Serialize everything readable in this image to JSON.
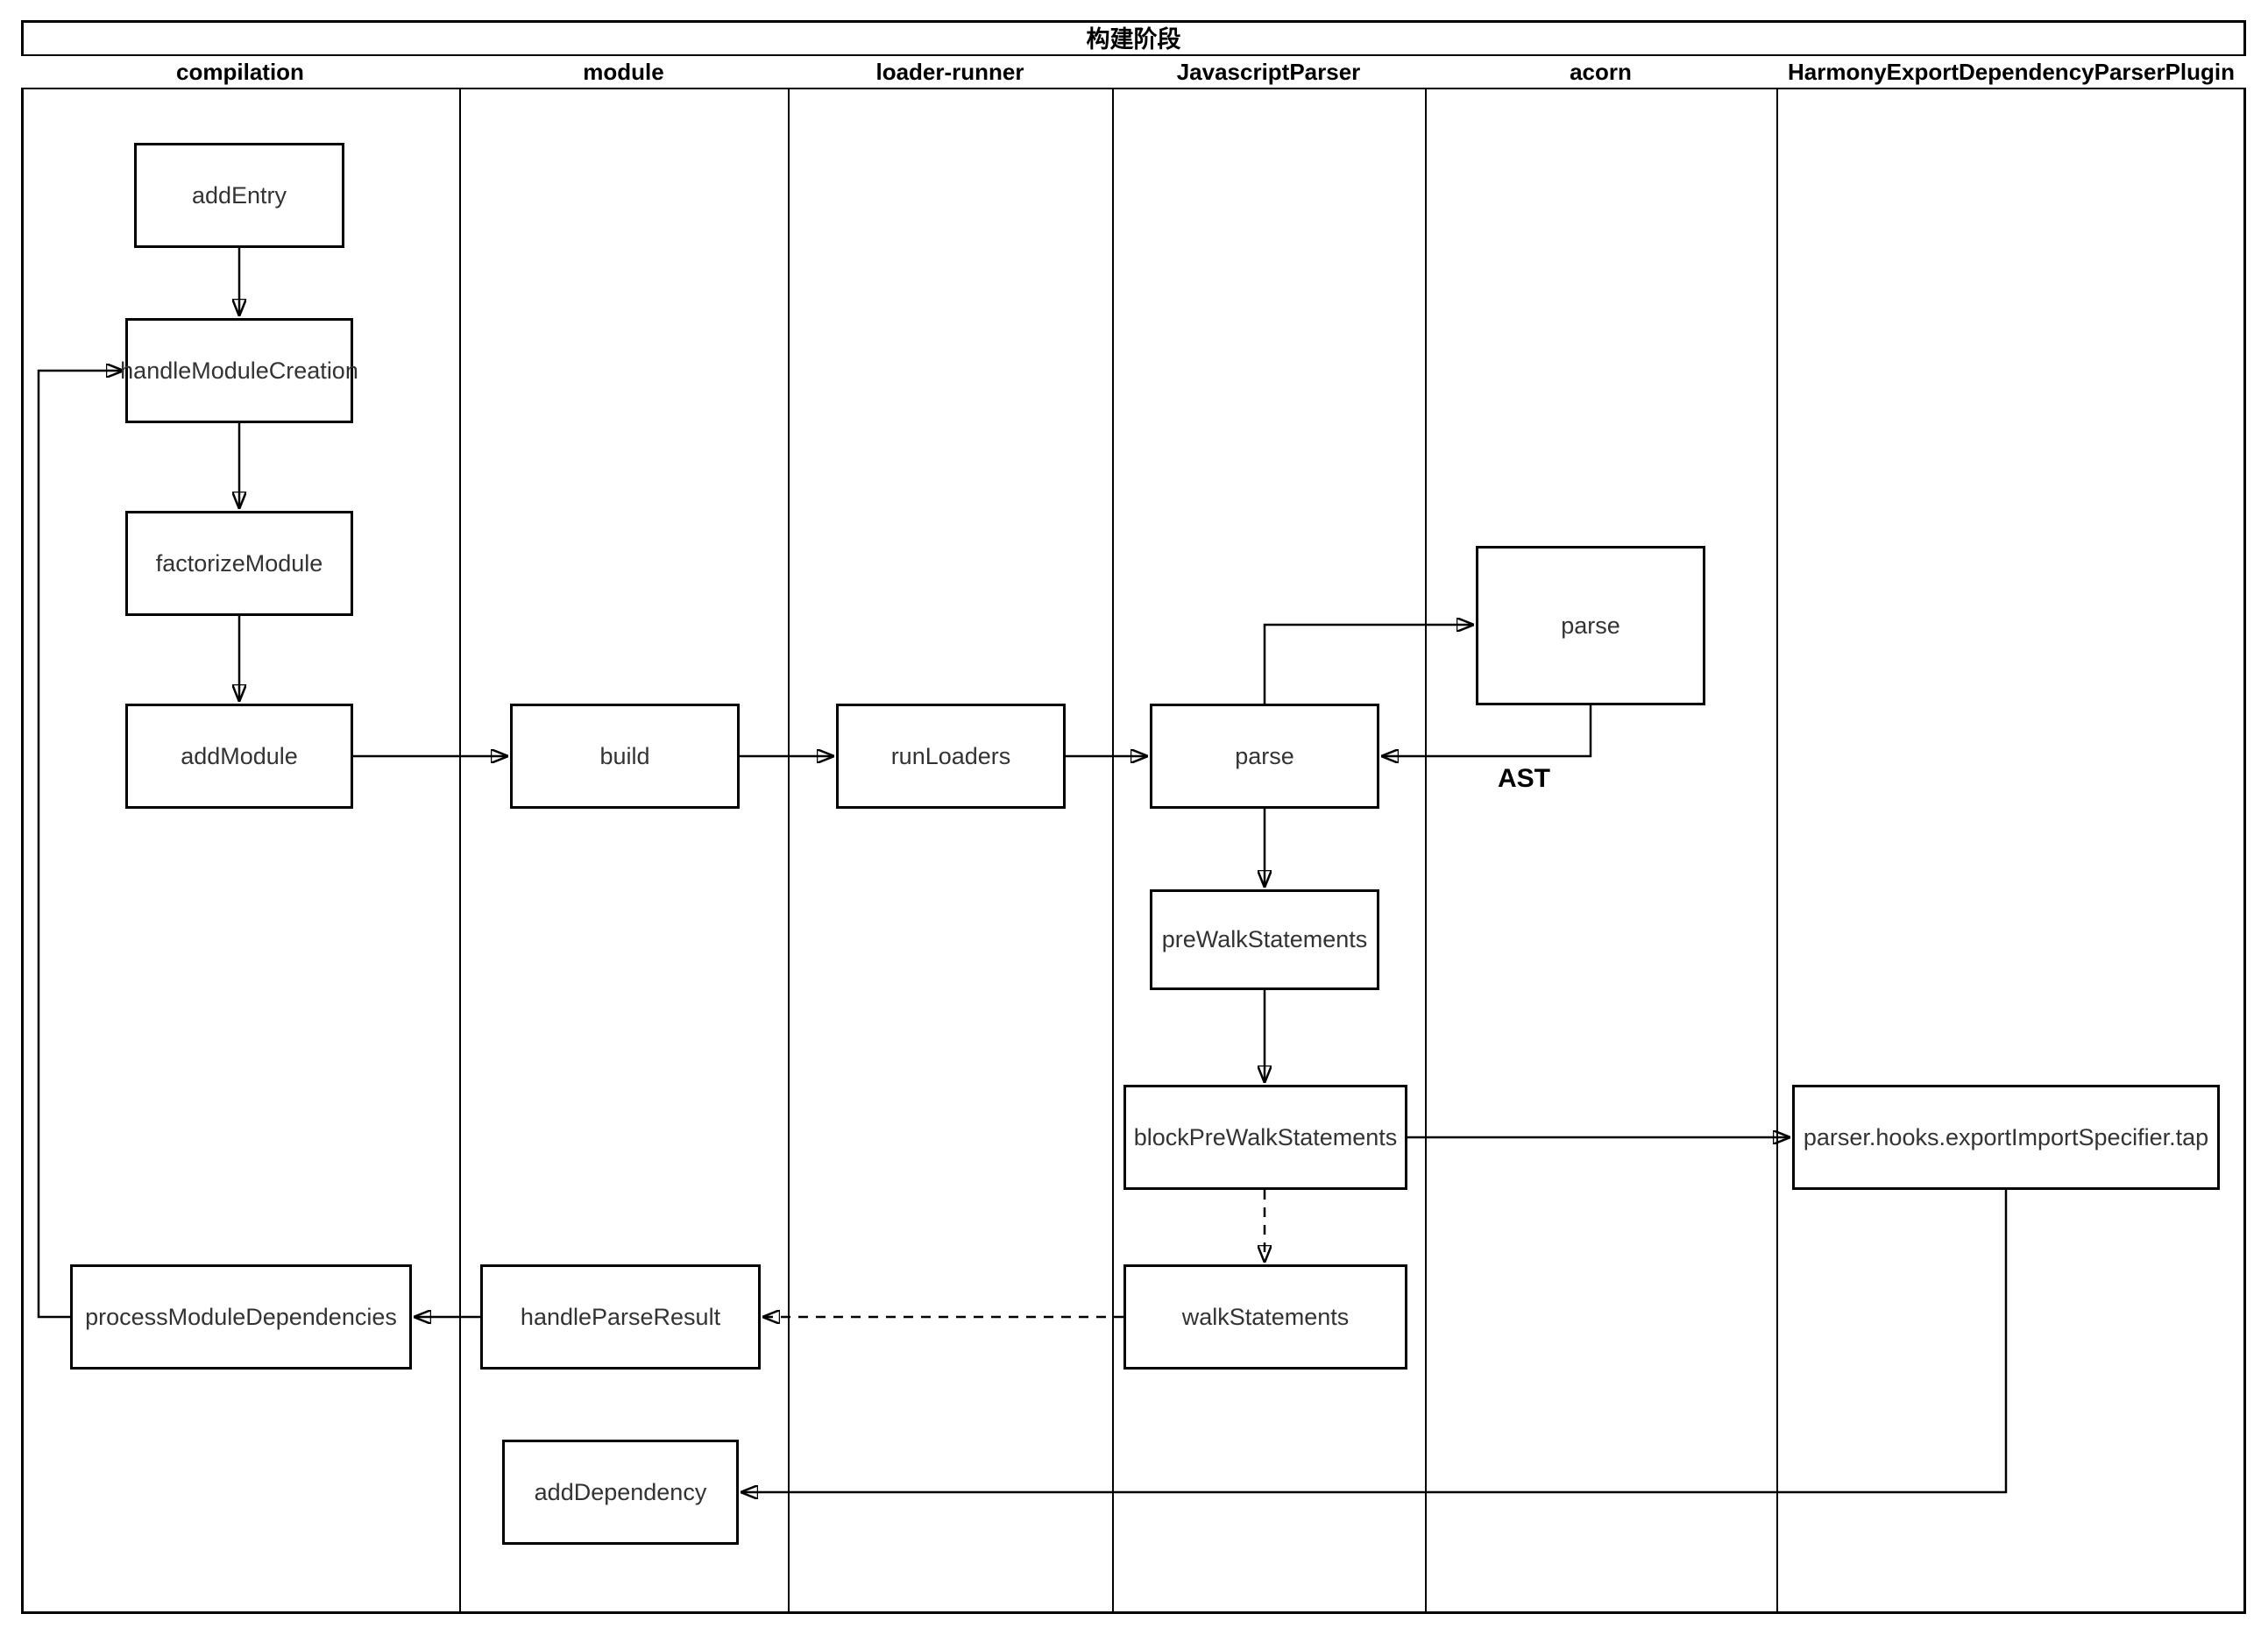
{
  "diagram": {
    "title": "构建阶段",
    "lanes": [
      {
        "label": "compilation"
      },
      {
        "label": "module"
      },
      {
        "label": "loader-runner"
      },
      {
        "label": "JavascriptParser"
      },
      {
        "label": "acorn"
      },
      {
        "label": "HarmonyExportDependencyParserPlugin"
      }
    ],
    "nodes": [
      {
        "id": "addEntry",
        "label": "addEntry",
        "lane": "compilation"
      },
      {
        "id": "handleModuleCreation",
        "label": "handleModuleCreation",
        "lane": "compilation"
      },
      {
        "id": "factorizeModule",
        "label": "factorizeModule",
        "lane": "compilation"
      },
      {
        "id": "addModule",
        "label": "addModule",
        "lane": "compilation"
      },
      {
        "id": "build",
        "label": "build",
        "lane": "module"
      },
      {
        "id": "runLoaders",
        "label": "runLoaders",
        "lane": "loader-runner"
      },
      {
        "id": "parse-js",
        "label": "parse",
        "lane": "JavascriptParser"
      },
      {
        "id": "parse-acorn",
        "label": "parse",
        "lane": "acorn"
      },
      {
        "id": "preWalkStatements",
        "label": "preWalkStatements",
        "lane": "JavascriptParser"
      },
      {
        "id": "blockPreWalkStatements",
        "label": "blockPreWalkStatements",
        "lane": "JavascriptParser"
      },
      {
        "id": "walkStatements",
        "label": "walkStatements",
        "lane": "JavascriptParser"
      },
      {
        "id": "processModuleDependencies",
        "label": "processModuleDependencies",
        "lane": "compilation"
      },
      {
        "id": "handleParseResult",
        "label": "handleParseResult",
        "lane": "module"
      },
      {
        "id": "addDependency",
        "label": "addDependency",
        "lane": "module"
      },
      {
        "id": "parserHooksTap",
        "label": "parser.hooks.exportImportSpecifier.tap",
        "lane": "HarmonyExportDependencyParserPlugin"
      }
    ],
    "edges": [
      {
        "from": "addEntry",
        "to": "handleModuleCreation",
        "style": "solid"
      },
      {
        "from": "handleModuleCreation",
        "to": "factorizeModule",
        "style": "solid"
      },
      {
        "from": "factorizeModule",
        "to": "addModule",
        "style": "solid"
      },
      {
        "from": "addModule",
        "to": "build",
        "style": "solid"
      },
      {
        "from": "build",
        "to": "runLoaders",
        "style": "solid"
      },
      {
        "from": "runLoaders",
        "to": "parse-js",
        "style": "solid"
      },
      {
        "from": "parse-js",
        "to": "parse-acorn",
        "style": "solid"
      },
      {
        "from": "parse-acorn",
        "to": "parse-js",
        "style": "solid",
        "label": "AST"
      },
      {
        "from": "parse-js",
        "to": "preWalkStatements",
        "style": "solid"
      },
      {
        "from": "preWalkStatements",
        "to": "blockPreWalkStatements",
        "style": "solid"
      },
      {
        "from": "blockPreWalkStatements",
        "to": "walkStatements",
        "style": "dashed"
      },
      {
        "from": "blockPreWalkStatements",
        "to": "parserHooksTap",
        "style": "solid"
      },
      {
        "from": "walkStatements",
        "to": "handleParseResult",
        "style": "dashed"
      },
      {
        "from": "handleParseResult",
        "to": "processModuleDependencies",
        "style": "solid"
      },
      {
        "from": "processModuleDependencies",
        "to": "handleModuleCreation",
        "style": "solid"
      },
      {
        "from": "parserHooksTap",
        "to": "addDependency",
        "style": "solid"
      }
    ],
    "edge_labels": {
      "ast": "AST"
    },
    "colors": {
      "line": "#000000",
      "node_text": "#333333",
      "background": "#ffffff"
    }
  }
}
